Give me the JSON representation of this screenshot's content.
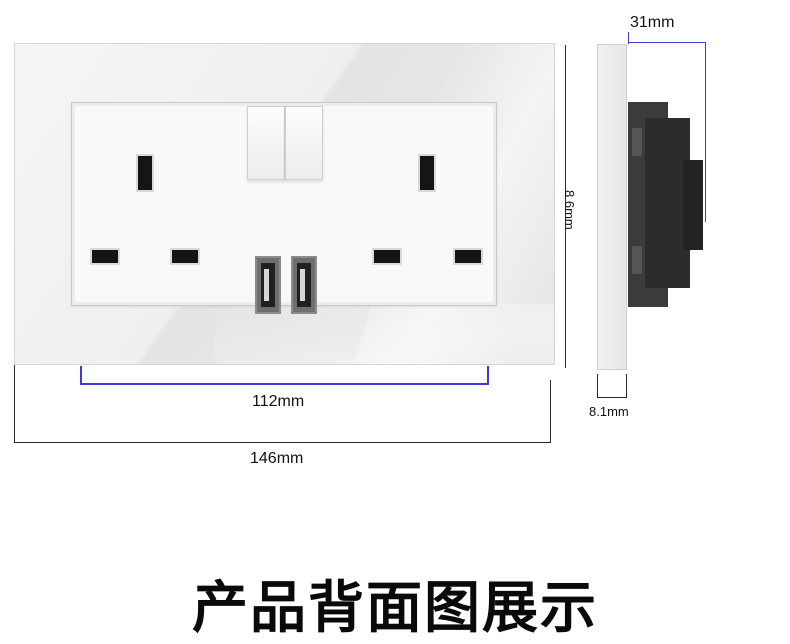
{
  "dimensions": {
    "depth_total": "31mm",
    "height": "8 6mm",
    "module_width": "112mm",
    "plate_width": "146mm",
    "plate_thickness": "8.1mm"
  },
  "caption": "产品背面图展示",
  "colors": {
    "plate": "#eeeeee",
    "slot": "#151515",
    "dimension_line": "#2a2a2a",
    "highlight_line": "#3a3ad8"
  }
}
